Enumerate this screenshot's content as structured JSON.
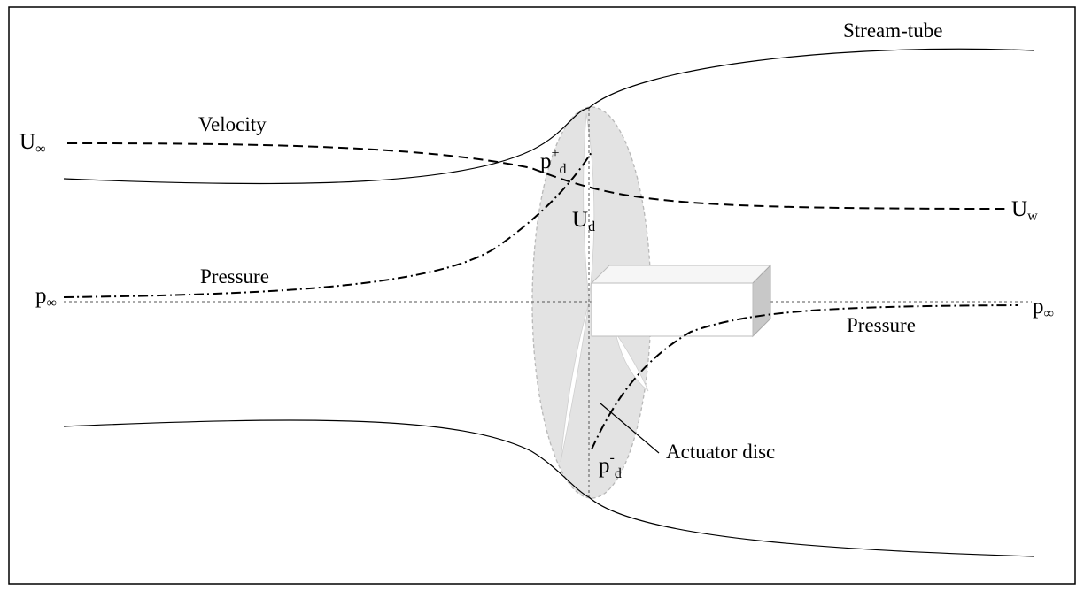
{
  "labels": {
    "stream_tube": "Stream-tube",
    "velocity": "Velocity",
    "pressure_upstream": "Pressure",
    "pressure_downstream": "Pressure",
    "actuator_disc": "Actuator disc"
  },
  "symbols": {
    "u_inf": {
      "base": "U",
      "sub": "∞"
    },
    "u_w": {
      "base": "U",
      "sub": "w"
    },
    "u_d": {
      "base": "U",
      "sub": "d"
    },
    "p_inf_left": {
      "base": "p",
      "sub": "∞"
    },
    "p_inf_right": {
      "base": "p",
      "sub": "∞"
    },
    "p_d_plus": {
      "base": "p",
      "sup": "+",
      "sub": "d"
    },
    "p_d_minus": {
      "base": "p",
      "sup": "-",
      "sub": "d"
    }
  }
}
